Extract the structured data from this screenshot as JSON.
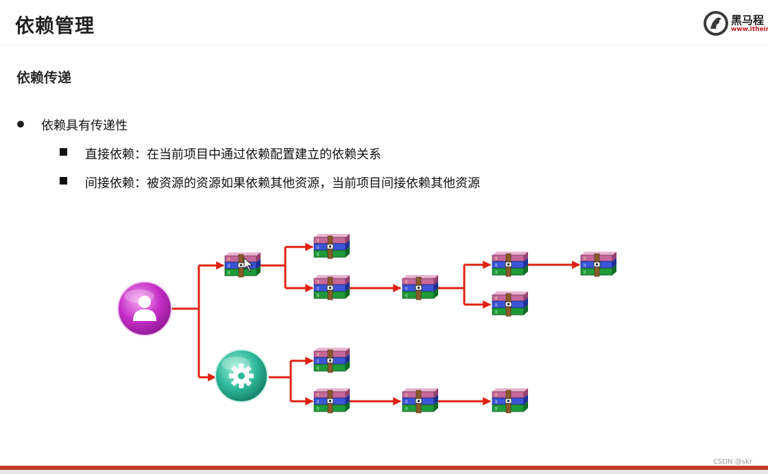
{
  "header": {
    "title": "依赖管理",
    "logo": {
      "name": "黑马程",
      "url": "www.itheim"
    }
  },
  "section": {
    "title": "依赖传递"
  },
  "bullets": {
    "main": "依赖具有传递性",
    "sub": [
      "直接依赖：在当前项目中通过依赖配置建立的依赖关系",
      "间接依赖：被资源的资源如果依赖其他资源，当前项目间接依赖其他资源"
    ]
  },
  "diagram": {
    "icons": {
      "user": "user-icon",
      "gear": "gear-icon",
      "archive": "archive-stack-icon"
    },
    "colors": {
      "arrow": "#e02010",
      "user_circle": "#c52fc7",
      "gear_circle": "#2fb89a"
    }
  },
  "footer": {
    "accent": "#c0392b",
    "watermark": "CSDN @skr"
  }
}
